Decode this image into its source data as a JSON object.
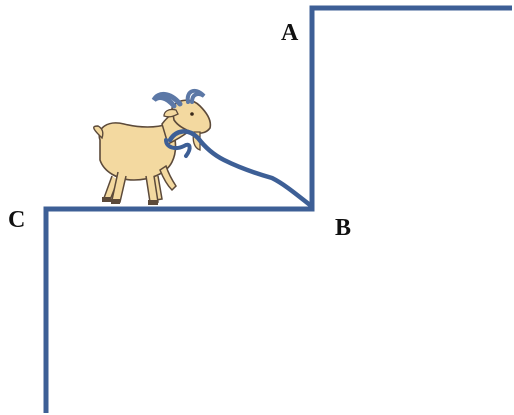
{
  "figure": {
    "labels": {
      "a": "A",
      "b": "B",
      "c": "C"
    },
    "colors": {
      "outline": "#3d5f96",
      "goat_body": "#f3d9a0",
      "goat_outline": "#5c4a3a",
      "horns": "#5c78a6",
      "rope": "#3d5f96"
    },
    "illustration": "goat-icon"
  }
}
